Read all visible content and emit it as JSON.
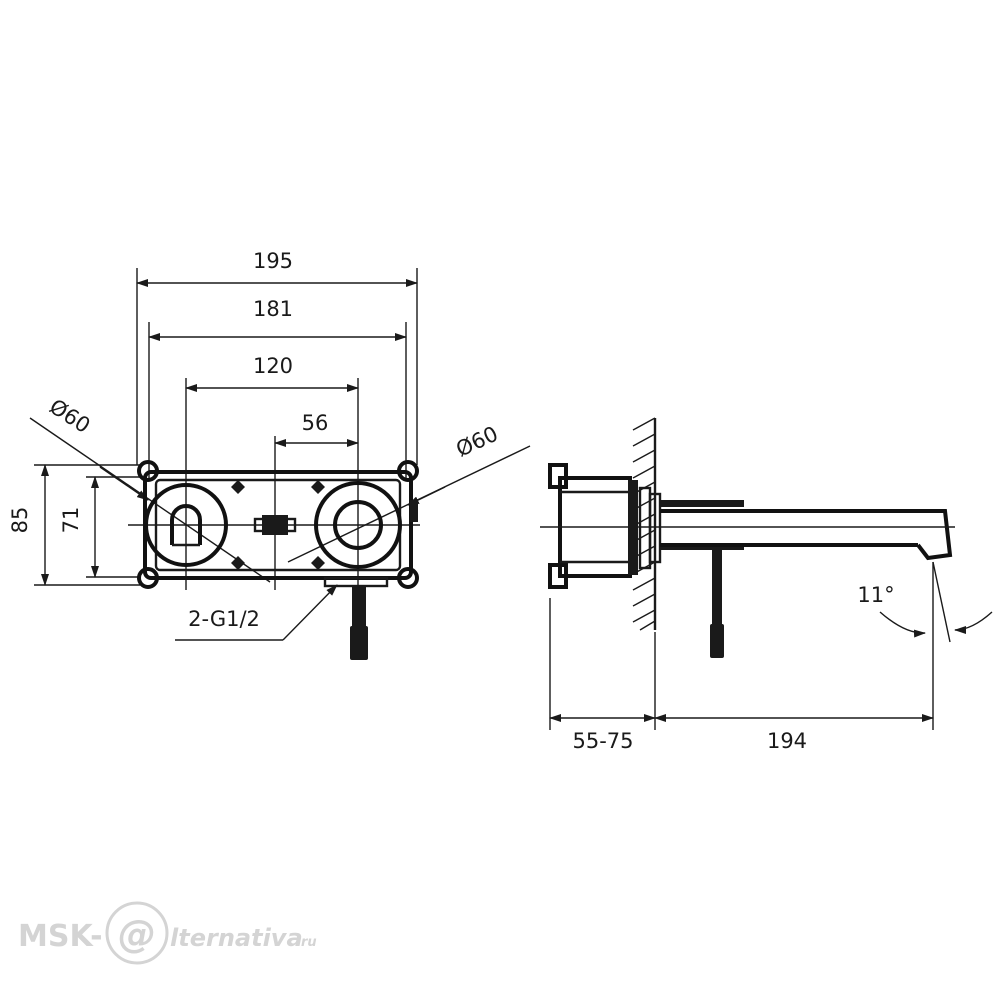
{
  "front_view": {
    "width_overall": "195",
    "width_inner": "181",
    "centers": "120",
    "center_to_spout": "56",
    "diameter_left": "Ø60",
    "diameter_right": "Ø60",
    "height_overall": "85",
    "height_inner": "71",
    "connection": "2-G1/2"
  },
  "side_view": {
    "wall_depth": "55-75",
    "spout_length": "194",
    "angle": "11°"
  },
  "watermark": {
    "brand_left": "MSK-",
    "brand_mark": "@",
    "brand_right": "lternativa",
    "brand_tld": ".ru"
  }
}
